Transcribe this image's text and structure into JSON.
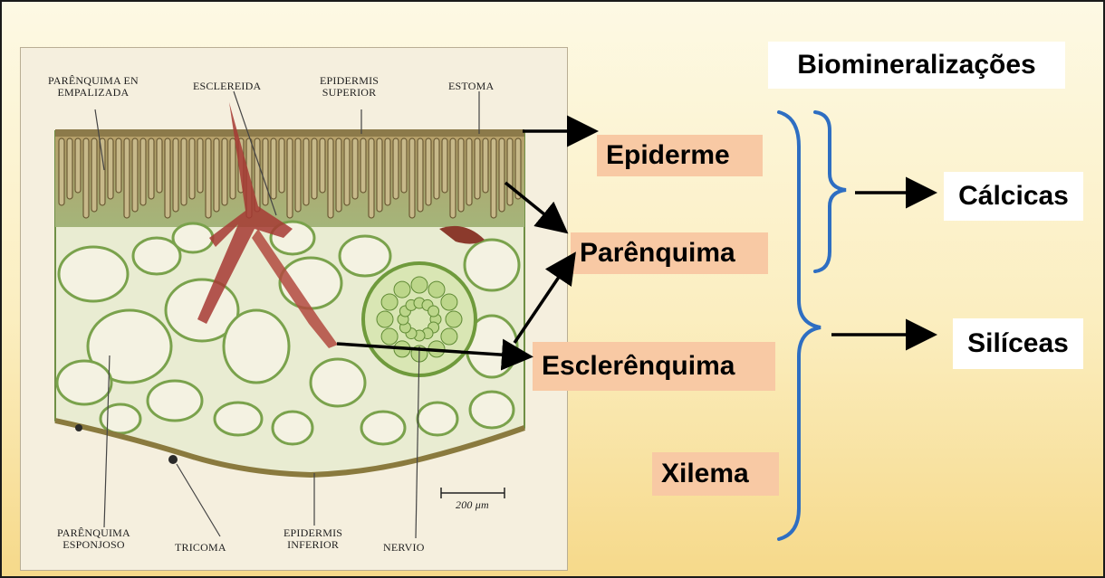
{
  "title": "Biomineralizações",
  "micrograph": {
    "labels": {
      "palisade": "PARÊNQUIMA EN\nEMPALIZADA",
      "sclereid": "ESCLEREIDA",
      "upper_epidermis": "EPIDERMIS\nSUPERIOR",
      "stoma": "ESTOMA",
      "spongy": "PARÊNQUIMA\nESPONJOSO",
      "trichome": "TRICOMA",
      "lower_epidermis": "EPIDERMIS\nINFERIOR",
      "vein": "NERVIO"
    },
    "scale_bar": "200 μm"
  },
  "tissues": {
    "epiderme": "Epiderme",
    "parenquima": "Parênquima",
    "esclerenquima": "Esclerênquima",
    "xilema": "Xilema"
  },
  "categories": {
    "calcicas": "Cálcicas",
    "siliceas": "Silíceas"
  },
  "colors": {
    "tissue_box": "#f8c9a4",
    "brace": "#2e6ec2",
    "arrow": "#000000",
    "background_top": "#fdf9e4",
    "background_bottom": "#f6d98a"
  }
}
